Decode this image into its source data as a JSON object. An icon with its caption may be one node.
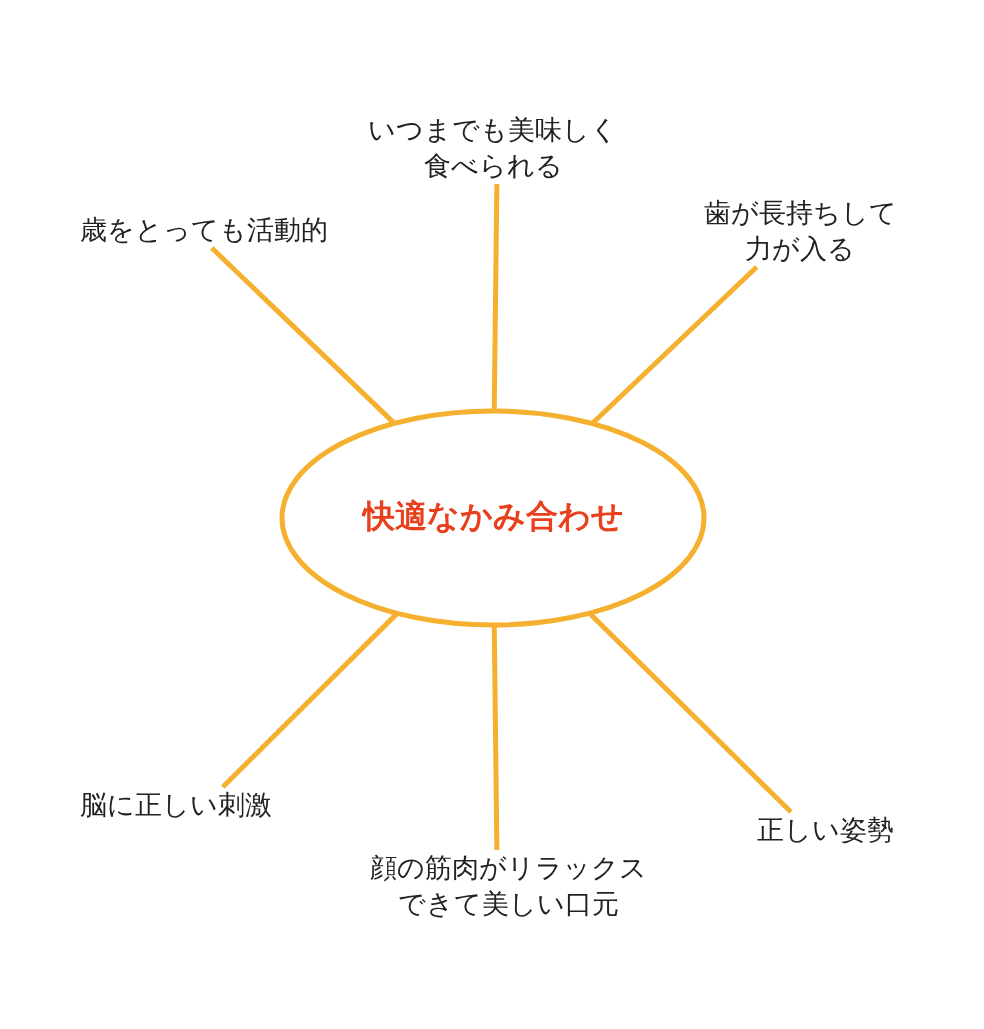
{
  "diagram": {
    "nodes": [
      {
        "text": [
          "快適なかみ合わせ"
        ]
      },
      {
        "text": [
          "いつまでも美味しく食べられる"
        ]
      },
      {
        "text": [
          "歯が長持ちして力が入る"
        ]
      },
      {
        "text": [
          "歳をとっても活動的"
        ]
      },
      {
        "text": [
          "脳に正しい刺激"
        ]
      },
      {
        "text": [
          "顔の筋肉がリラックスできて美しい口元"
        ]
      },
      {
        "text": [
          "正しい姿勢"
        ]
      }
    ],
    "edges": [
      {
        "from": 0,
        "to": 1,
        "arrow": "none"
      },
      {
        "from": 0,
        "to": 2,
        "arrow": "none"
      },
      {
        "from": 0,
        "to": 3,
        "arrow": "none"
      },
      {
        "from": 0,
        "to": 4,
        "arrow": "none"
      },
      {
        "from": 0,
        "to": 5,
        "arrow": "none"
      },
      {
        "from": 0,
        "to": 6,
        "arrow": "none"
      }
    ]
  }
}
